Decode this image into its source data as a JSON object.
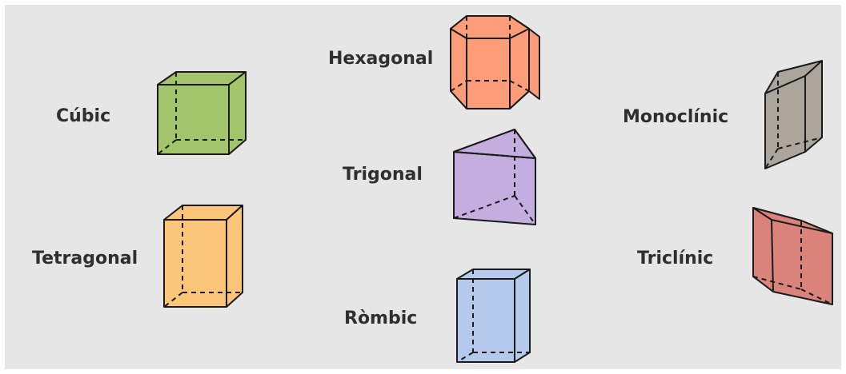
{
  "systems": {
    "cubic": {
      "label": "Cúbic",
      "color": "#a2c46a"
    },
    "tetragonal": {
      "label": "Tetragonal",
      "color": "#fbc57a"
    },
    "hexagonal": {
      "label": "Hexagonal",
      "color": "#fc9c79"
    },
    "trigonal": {
      "label": "Trigonal",
      "color": "#c4aee0"
    },
    "rhombic": {
      "label": "Ròmbic",
      "color": "#b4c9ec"
    },
    "monoclinic": {
      "label": "Monoclínic",
      "color": "#aca59b"
    },
    "triclinic": {
      "label": "Triclínic",
      "color": "#d9837b"
    }
  },
  "background": "#e6e6e6"
}
